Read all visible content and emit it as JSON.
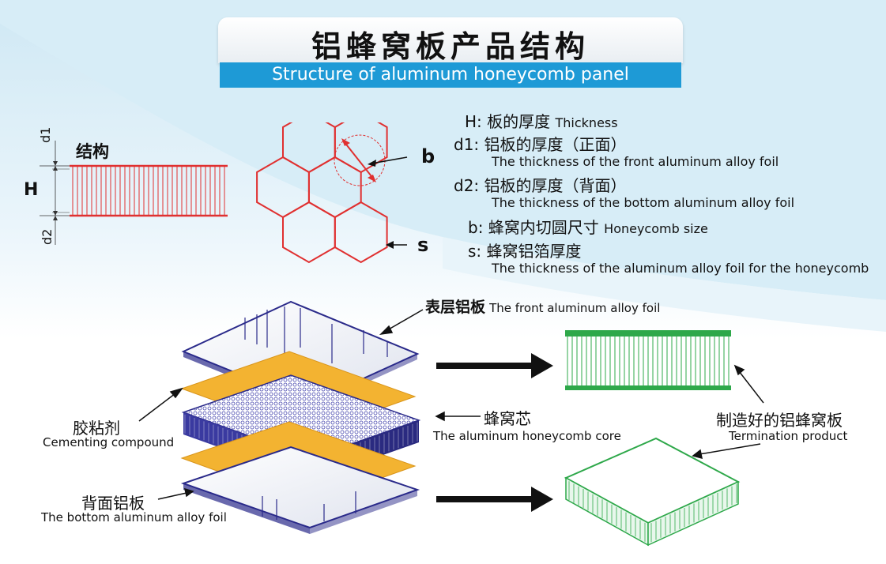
{
  "title": {
    "cn": "铝蜂窝板产品结构",
    "en": "Structure of aluminum honeycomb panel"
  },
  "structure": {
    "label": "结构",
    "d1": "d1",
    "d2": "d2",
    "H": "H"
  },
  "hex": {
    "b": "b",
    "s": "s"
  },
  "legend": [
    {
      "key": "H:",
      "cn": "板的厚度",
      "en": "Thickness"
    },
    {
      "key": "d1:",
      "cn": "铝板的厚度（正面）",
      "en": "The thickness of the front aluminum alloy foil"
    },
    {
      "key": "d2:",
      "cn": "铝板的厚度（背面）",
      "en": "The thickness of the bottom aluminum alloy foil"
    },
    {
      "key": "b:",
      "cn": "蜂窝内切圆尺寸",
      "en": "Honeycomb size"
    },
    {
      "key": "s:",
      "cn": "蜂窝铝箔厚度",
      "en": "The thickness of the aluminum alloy foil for the honeycomb"
    }
  ],
  "layers": {
    "front": {
      "cn": "表层铝板",
      "en": "The front aluminum alloy foil"
    },
    "adhesive": {
      "cn": "胶粘剂",
      "en": "Cementing compound"
    },
    "core": {
      "cn": "蜂窝芯",
      "en": "The aluminum honeycomb core"
    },
    "bottom": {
      "cn": "背面铝板",
      "en": "The bottom aluminum alloy foil"
    },
    "product": {
      "cn": "制造好的铝蜂窝板",
      "en": "Termination product"
    }
  },
  "colors": {
    "title_bar": "#1e9ad6",
    "red": "#e03030",
    "navy": "#2a2a8a",
    "adhesive": "#f3b331",
    "green": "#2ea84a"
  }
}
